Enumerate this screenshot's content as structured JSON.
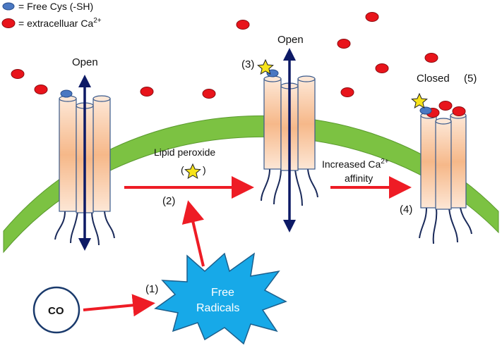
{
  "legend": {
    "free_cys": "= Free Cys (-SH)",
    "ca_prefix": "= extracelluar Ca",
    "ca_sup": "2+"
  },
  "states": {
    "open_1": "Open",
    "open_3": "Open",
    "closed": "Closed",
    "closed_step": "(5)"
  },
  "steps": {
    "s1": "(1)",
    "s2": "(2)",
    "s3": "(3)",
    "s4": "(4)"
  },
  "labels": {
    "lipid_peroxide": "Lipid peroxide",
    "paren_open": "(",
    "paren_close": ")",
    "increased_prefix": "Increased Ca",
    "increased_sup": "2+",
    "affinity": "affinity",
    "free": "Free",
    "radicals": "Radicals",
    "co": "CO"
  },
  "colors": {
    "membrane": "#7cc242",
    "ca_ion": "#e8141b",
    "cys": "#4a78c2",
    "arrow_red": "#ee1c25",
    "arrow_blue": "#0d1a66",
    "star": "#f7e31a",
    "radical_fill": "#17a9e8",
    "channel_fill": "#f8c49a"
  },
  "icons": {
    "channel": "ion-channel-icon",
    "star": "star-icon",
    "ion": "ca-ion-icon",
    "cys": "cys-icon"
  }
}
